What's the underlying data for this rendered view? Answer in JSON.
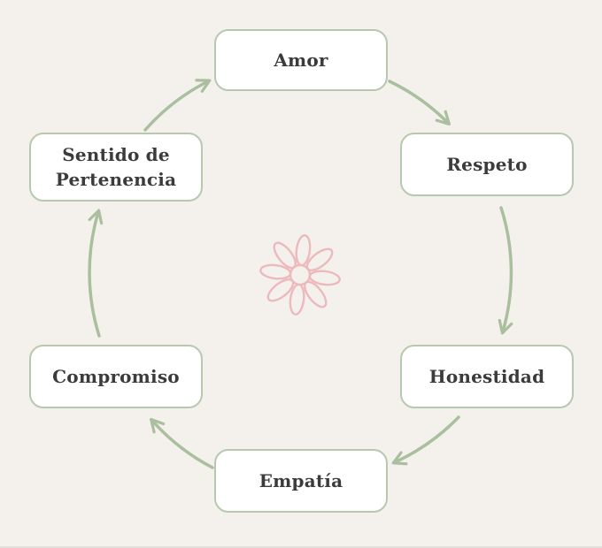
{
  "diagram": {
    "type": "cycle",
    "direction": "clockwise",
    "nodes": [
      {
        "id": "amor",
        "label": "Amor"
      },
      {
        "id": "respeto",
        "label": "Respeto"
      },
      {
        "id": "honestidad",
        "label": "Honestidad"
      },
      {
        "id": "empatia",
        "label": "Empatía"
      },
      {
        "id": "compromiso",
        "label": "Compromiso"
      },
      {
        "id": "sentido-de-pertenencia",
        "label": "Sentido de Pertenencia"
      }
    ],
    "arrows": [
      {
        "from": "Amor",
        "to": "Respeto"
      },
      {
        "from": "Respeto",
        "to": "Honestidad"
      },
      {
        "from": "Honestidad",
        "to": "Empatía"
      },
      {
        "from": "Empatía",
        "to": "Compromiso"
      },
      {
        "from": "Compromiso",
        "to": "Sentido de Pertenencia"
      },
      {
        "from": "Sentido de Pertenencia",
        "to": "Amor"
      }
    ],
    "center_icon": "flower-icon",
    "colors": {
      "background": "#f4f1ec",
      "node_fill": "#ffffff",
      "node_border": "#b7c8ae",
      "arrow": "#a9bf9e",
      "flower": "#ecb9bc",
      "text": "#3b3b3b"
    }
  }
}
